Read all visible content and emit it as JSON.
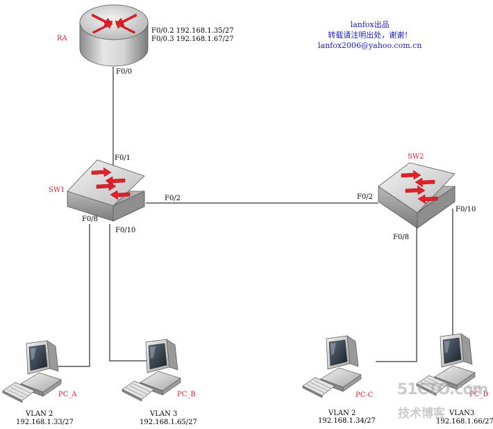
{
  "credit": {
    "line1": "lanfox出品",
    "line2": "转载请注明出处，谢谢！",
    "line3": "lanfox2006@yahoo.com.cn"
  },
  "router": {
    "name": "RA",
    "sub1": "F0/0.2 192.168.1.35/27",
    "sub2": "F0/0.3 192.168.1.67/27",
    "port": "F0/0"
  },
  "sw1": {
    "name": "SW1",
    "port_up": "F0/1",
    "port_trunk": "F0/2",
    "port_a": "F0/8",
    "port_b": "F0/10"
  },
  "sw2": {
    "name": "SW2",
    "port_trunk": "F0/2",
    "port_c": "F0/8",
    "port_d": "F0/10"
  },
  "pcs": [
    {
      "name": "PC_A",
      "vlan": "VLAN 2",
      "ip": "192.168.1.33/27"
    },
    {
      "name": "PC_B",
      "vlan": "VLAN 3",
      "ip": "192.168.1.65/27"
    },
    {
      "name": "PC-C",
      "vlan": "VLAN 2",
      "ip": "192.168.1.34/27"
    },
    {
      "name": "PC_D",
      "vlan": "VLAN3",
      "ip": "192.168.1.66/27"
    }
  ],
  "watermark": {
    "logo": "51CTO.com",
    "sub": "技术博客",
    "tag": "Blog"
  },
  "colors": {
    "device_red": "#e0202a",
    "credit_blue": "#1a1acc",
    "line": "#000000"
  }
}
